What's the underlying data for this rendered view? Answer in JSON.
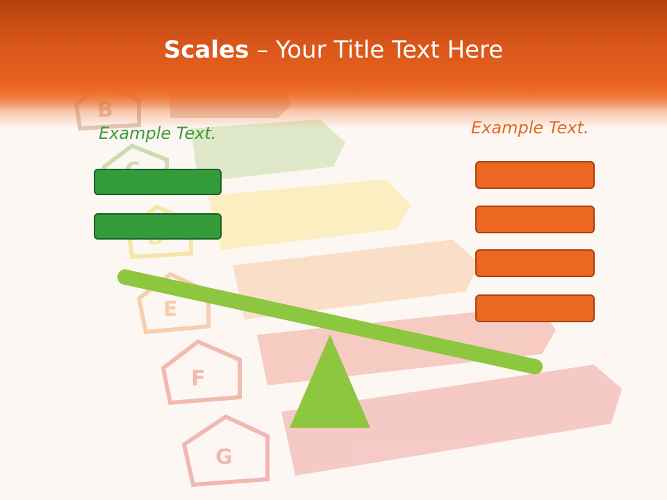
{
  "slide": {
    "title_bold": "Scales",
    "title_rest": " – Your Title Text Here"
  },
  "left_panel": {
    "label": "Example Text.",
    "box_count": 2,
    "color": "#339b3a"
  },
  "right_panel": {
    "label": "Example Text.",
    "box_count": 4,
    "color": "#ec6722"
  },
  "background_rating_letters": [
    "B",
    "C",
    "D",
    "E",
    "F",
    "G"
  ],
  "colors": {
    "header": "#e05c1c",
    "beam": "#8dc63f",
    "fulcrum": "#8dc63f"
  }
}
